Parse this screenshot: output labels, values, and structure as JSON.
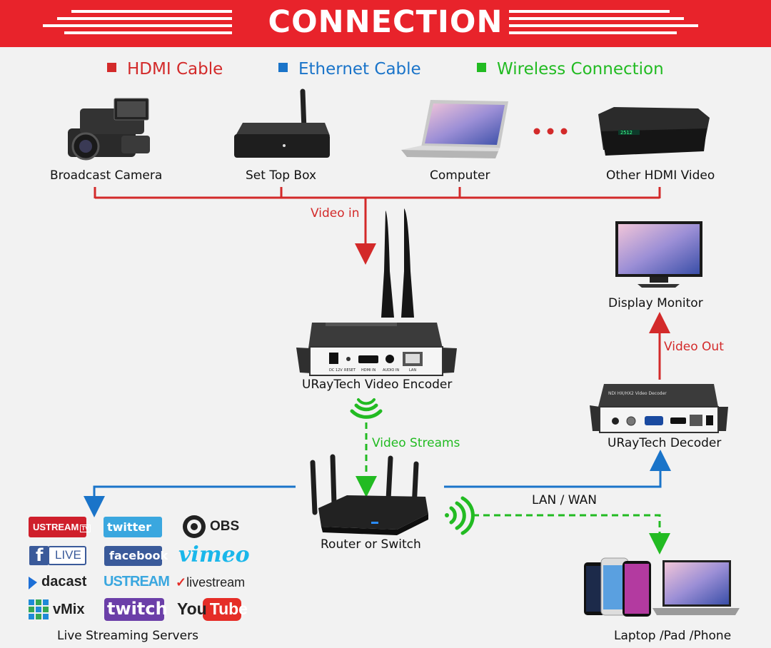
{
  "banner": {
    "title": "CONNECTION"
  },
  "legend": [
    {
      "label": "HDMI Cable",
      "color": "#d32a2a"
    },
    {
      "label": "Ethernet Cable",
      "color": "#1a74c9"
    },
    {
      "label": "Wireless Connection",
      "color": "#22bb22"
    }
  ],
  "sources": [
    {
      "label": "Broadcast Camera"
    },
    {
      "label": "Set Top Box"
    },
    {
      "label": "Computer"
    },
    {
      "label": "Other HDMI Video"
    }
  ],
  "encoder": {
    "label": "URayTech Video Encoder",
    "ports": [
      "DC 12V",
      "RESET",
      "HDMI IN",
      "AUDIO IN",
      "LAN"
    ]
  },
  "decoder": {
    "label": "URayTech Decoder",
    "device_text": "NDI HX/HX2 Video Decoder"
  },
  "monitor": {
    "label": "Display Monitor"
  },
  "router": {
    "label": "Router or Switch"
  },
  "servers": {
    "label": "Live Streaming Servers",
    "logos": {
      "ustream_tv": "USTREAM",
      "ustream_tv_badge": "TV",
      "twitter": "twitter",
      "obs": "OBS",
      "facebook_live": "LIVE",
      "facebook": "facebook",
      "vimeo": "vimeo",
      "dacast": "dacast",
      "ustream": "USTREAM",
      "livestream": "livestream",
      "vmix": "vMix",
      "twitch": "twitch",
      "youtube_you": "You",
      "youtube_tube": "Tube"
    }
  },
  "clients": {
    "label": "Laptop /Pad /Phone"
  },
  "connections": {
    "video_in": "Video in",
    "video_out": "Video Out",
    "video_streams": "Video Streams",
    "lan_wan": "LAN / WAN"
  },
  "ellipsis": "• • •",
  "colors": {
    "banner": "#e8232b",
    "hdmi": "#d32a2a",
    "ethernet": "#1a74c9",
    "wireless": "#22bb22"
  }
}
